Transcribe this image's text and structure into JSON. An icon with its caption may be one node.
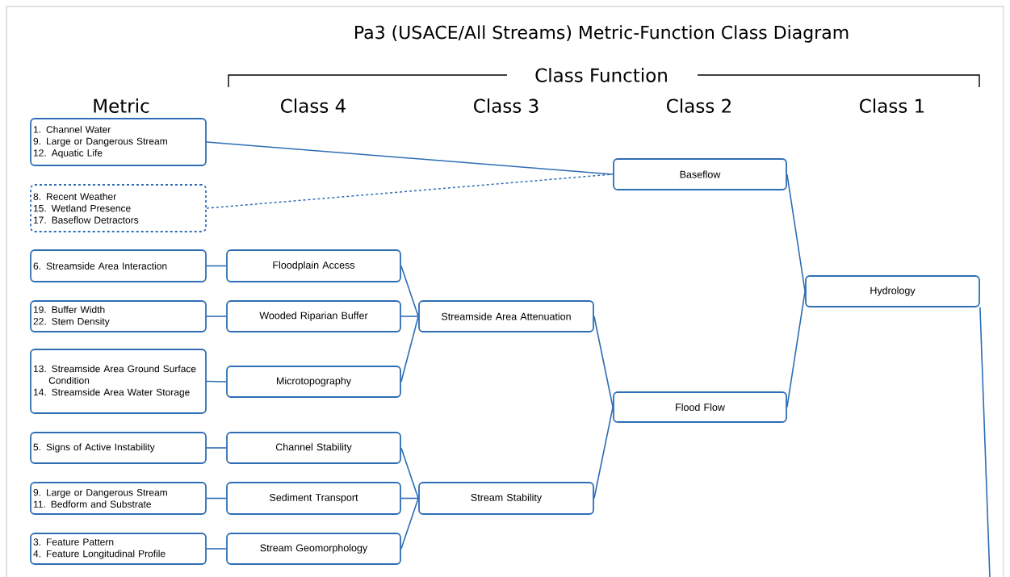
{
  "diagram": {
    "title": "Pa3 (USACE/All Streams) Metric-Function Class Diagram",
    "nodes": [
      {
        "text": [
          "1. Channel Water",
          "9. Large or Dangerous Stream",
          "12. Aquatic Life"
        ]
      },
      {
        "text": [
          "8. Recent Weather",
          "15. Wetland Presence",
          "17. Baseflow Detractors"
        ]
      },
      {
        "text": [
          "Baseflow"
        ]
      },
      {
        "text": [
          "6. Streamside Area Interaction"
        ]
      },
      {
        "text": [
          "Floodplain Access"
        ]
      },
      {
        "text": [
          "19. Buffer Width",
          "22. Stem Density"
        ]
      },
      {
        "text": [
          "Wooded Riparian Buffer"
        ]
      },
      {
        "text": [
          "Streamside Area Attenuation"
        ]
      },
      {
        "text": [
          "13. Streamside Area Ground Surface Condition",
          "14. Streamside Area Water Storage"
        ]
      },
      {
        "text": [
          "Microtopography"
        ]
      },
      {
        "text": [
          "Hydrology"
        ]
      },
      {
        "text": [
          "Flood Flow"
        ]
      },
      {
        "text": [
          "5. Signs of Active Instability"
        ]
      },
      {
        "text": [
          "Channel Stability"
        ]
      },
      {
        "text": [
          "9. Large or Dangerous Stream",
          "11. Bedform and Substrate"
        ]
      },
      {
        "text": [
          "Sediment Transport"
        ]
      },
      {
        "text": [
          "Stream Stability"
        ]
      },
      {
        "text": [
          "3. Feature Pattern",
          "4. Feature Longitudinal Profile"
        ]
      },
      {
        "text": [
          "Stream Geomorphology"
        ]
      }
    ],
    "edges": [
      {
        "from": 0,
        "to": 2,
        "arrow": "none"
      },
      {
        "from": 1,
        "to": 2,
        "arrow": "none",
        "style": "dashed"
      },
      {
        "from": 3,
        "to": 4,
        "arrow": "none"
      },
      {
        "from": 5,
        "to": 6,
        "arrow": "none"
      },
      {
        "from": 8,
        "to": 9,
        "arrow": "none"
      },
      {
        "from": 4,
        "to": 7,
        "arrow": "none"
      },
      {
        "from": 6,
        "to": 7,
        "arrow": "none"
      },
      {
        "from": 9,
        "to": 7,
        "arrow": "none"
      },
      {
        "from": 12,
        "to": 13,
        "arrow": "none"
      },
      {
        "from": 14,
        "to": 15,
        "arrow": "none"
      },
      {
        "from": 17,
        "to": 18,
        "arrow": "none"
      },
      {
        "from": 13,
        "to": 16,
        "arrow": "none"
      },
      {
        "from": 15,
        "to": 16,
        "arrow": "none"
      },
      {
        "from": 18,
        "to": 16,
        "arrow": "none"
      },
      {
        "from": 7,
        "to": 11,
        "arrow": "none"
      },
      {
        "from": 16,
        "to": 11,
        "arrow": "none"
      },
      {
        "from": 2,
        "to": 10,
        "arrow": "none"
      },
      {
        "from": 11,
        "to": 10,
        "arrow": "none"
      },
      {
        "from": 10,
        "to": null,
        "arrow": "none"
      }
    ],
    "labels": [
      "Class Function",
      "Metric",
      "Class 4",
      "Class 3",
      "Class 2",
      "Class 1"
    ]
  }
}
